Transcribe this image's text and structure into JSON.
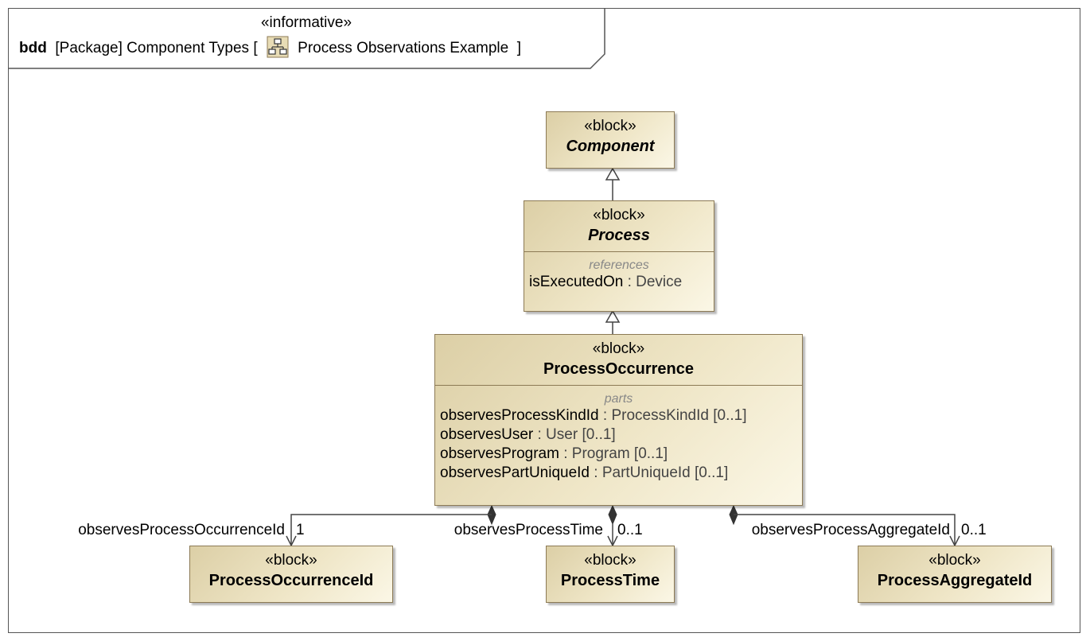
{
  "frame": {
    "stereotype": "«informative»",
    "kind": "bdd",
    "element_type": "[Package]",
    "name": "Component Types",
    "open_bracket": "[",
    "diagram_name": "Process Observations Example",
    "close_bracket": "]",
    "icon": "package-diagram-icon"
  },
  "blocks": {
    "component": {
      "stereotype": "«block»",
      "name": "Component"
    },
    "process": {
      "stereotype": "«block»",
      "name": "Process",
      "compartment_title": "references",
      "props": [
        {
          "name": "isExecutedOn",
          "type": " : Device"
        }
      ]
    },
    "process_occurrence": {
      "stereotype": "«block»",
      "name": "ProcessOccurrence",
      "compartment_title": "parts",
      "props": [
        {
          "name": "observesProcessKindId",
          "type": " : ProcessKindId [0..1]"
        },
        {
          "name": "observesUser",
          "type": " : User [0..1]"
        },
        {
          "name": "observesProgram",
          "type": " : Program [0..1]"
        },
        {
          "name": "observesPartUniqueId",
          "type": " : PartUniqueId [0..1]"
        }
      ]
    },
    "occurrence_id": {
      "stereotype": "«block»",
      "name": "ProcessOccurrenceId"
    },
    "process_time": {
      "stereotype": "«block»",
      "name": "ProcessTime"
    },
    "aggregate_id": {
      "stereotype": "«block»",
      "name": "ProcessAggregateId"
    }
  },
  "associations": {
    "occurrence_id": {
      "role": "observesProcessOccurrenceId",
      "multiplicity": "1"
    },
    "process_time": {
      "role": "observesProcessTime",
      "multiplicity": "0..1"
    },
    "aggregate_id": {
      "role": "observesProcessAggregateId",
      "multiplicity": "0..1"
    }
  },
  "colors": {
    "block_border": "#8c7a55",
    "block_fill_dark": "#dccfa6",
    "block_fill_light": "#fbf7e6",
    "line": "#444444"
  }
}
